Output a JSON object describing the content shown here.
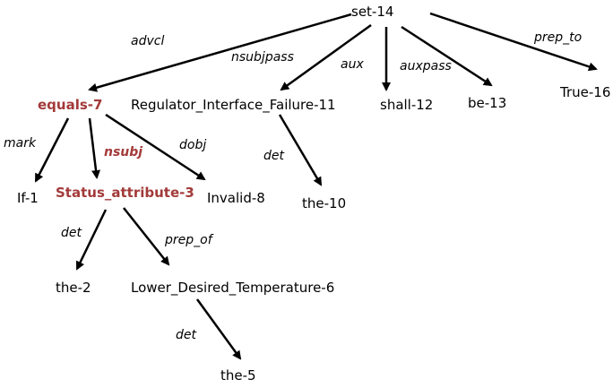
{
  "colors": {
    "highlight": "#a33a3a",
    "text": "#000000",
    "edge": "#000000"
  },
  "nodes": {
    "set_14": "set-14",
    "equals_7": "equals-7",
    "regulator": "Regulator_Interface_Failure-11",
    "shall_12": "shall-12",
    "be_13": "be-13",
    "true_16": "True-16",
    "if_1": "If-1",
    "status_3": "Status_attribute-3",
    "invalid_8": "Invalid-8",
    "the_10": "the-10",
    "the_2": "the-2",
    "lower_6": "Lower_Desired_Temperature-6",
    "the_5": "the-5"
  },
  "edges": {
    "advcl": "advcl",
    "nsubjpass": "nsubjpass",
    "aux": "aux",
    "auxpass": "auxpass",
    "prep_to": "prep_to",
    "mark": "mark",
    "nsubj": "nsubj",
    "dobj": "dobj",
    "det_the10": "det",
    "det_the2": "det",
    "prep_of": "prep_of",
    "det_the5": "det"
  }
}
